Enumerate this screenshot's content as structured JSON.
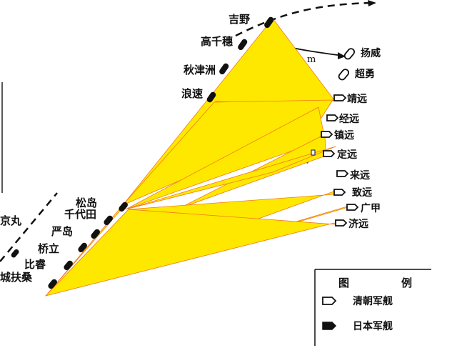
{
  "japanese_ships": {
    "yoshino": "吉野",
    "takachiho": "高千穗",
    "akitsushima": "秋津洲",
    "naniwa": "浪速",
    "matsushima": "松岛",
    "chiyoda": "千代田",
    "itsukushima": "严岛",
    "hashidate": "桥立",
    "hiei": "比睿",
    "fuso": "城扶桑",
    "saikyo_maru": "京丸"
  },
  "chinese_ships": {
    "yangwei": "扬威",
    "chaoyong": "超勇",
    "jingyuan": "靖远",
    "jingyuan2": "经远",
    "zhenyuan": "镇远",
    "dingyuan": "定远",
    "laiyuan": "来远",
    "zhiyuan": "致远",
    "guangjia": "广甲",
    "jiyuan": "济远"
  },
  "fragments": {
    "partial_m": "m",
    "partial_mark": "[i"
  },
  "legend": {
    "title_left": "图",
    "title_right": "例",
    "qing_label": "清朝军舰",
    "japan_label": "日本军舰"
  },
  "colors": {
    "fill": "#ffe800",
    "edge": "#f07a1a",
    "ship": "#111111"
  }
}
